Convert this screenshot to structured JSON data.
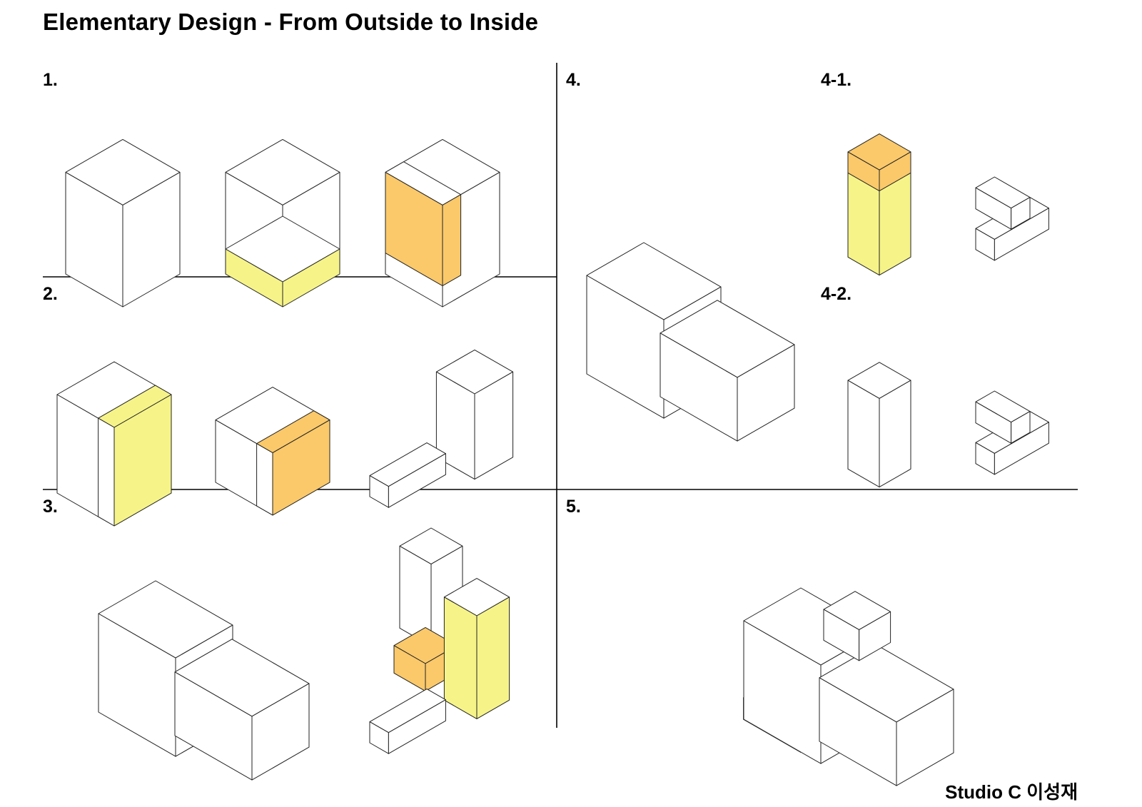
{
  "title": "Elementary Design - From Outside to Inside",
  "sections": {
    "s1": "1.",
    "s2": "2.",
    "s3": "3.",
    "s4": "4.",
    "s4_1": "4-1.",
    "s4_2": "4-2.",
    "s5": "5."
  },
  "credit": "Studio C 이성재",
  "colors": {
    "stroke": "#222222",
    "face": "#ffffff",
    "yellow": "#f6f489",
    "orange": "#fbc96a"
  }
}
